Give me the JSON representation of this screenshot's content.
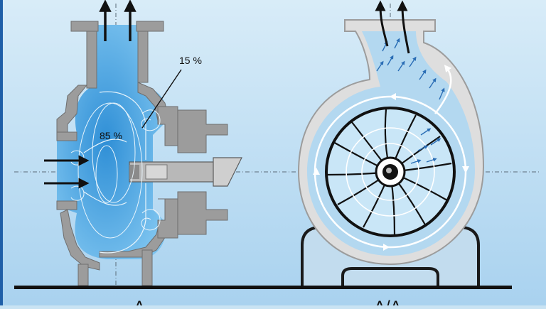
{
  "labels": {
    "recirculation_percent": "15 %",
    "main_flow_percent": "85 %",
    "section_mark_left": "A",
    "section_mark_right": "A/A"
  },
  "colors": {
    "background": "#c9e3f3",
    "casing": "#9c9c9c",
    "fluid": "#5fb2e6",
    "fluid_dark": "#3a94d8",
    "arrow": "#1a1a1a",
    "flow_white": "#ffffff"
  }
}
